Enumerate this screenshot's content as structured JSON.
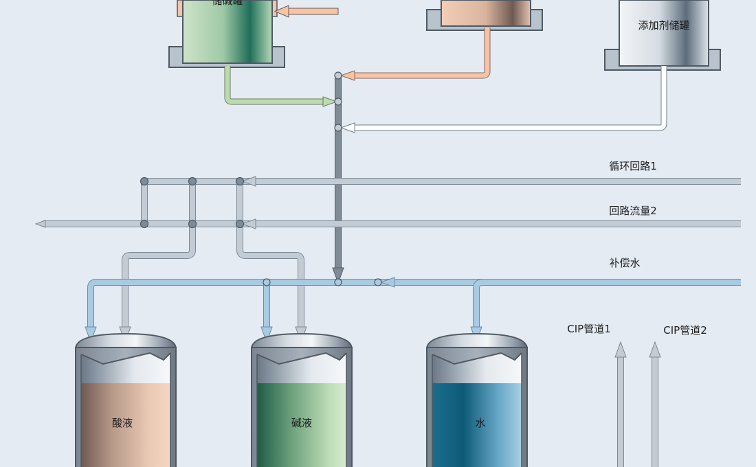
{
  "tanks": {
    "alkali_storage": "储碱罐",
    "additive_storage": "添加剂储罐",
    "acid": "酸液",
    "alkali": "碱液",
    "water": "水"
  },
  "lines": {
    "circulation_loop_1": "循环回路1",
    "loop_flow_2": "回路流量2",
    "makeup_water": "补偿水",
    "cip_pipe_1": "CIP管道1",
    "cip_pipe_2": "CIP管道2"
  },
  "colors": {
    "background": "#e4ebf3",
    "pipe_gray": "#b6c0ca",
    "pipe_dark": "#7f8c98",
    "pipe_blue": "#a8cbe3",
    "pipe_green": "#bcdcb0",
    "pipe_peach": "#f4c3a8",
    "pipe_white": "#ffffff",
    "acid_liquid": "#c9a896",
    "alkali_liquid": "#7fae84",
    "water_liquid": "#3e8aab"
  }
}
